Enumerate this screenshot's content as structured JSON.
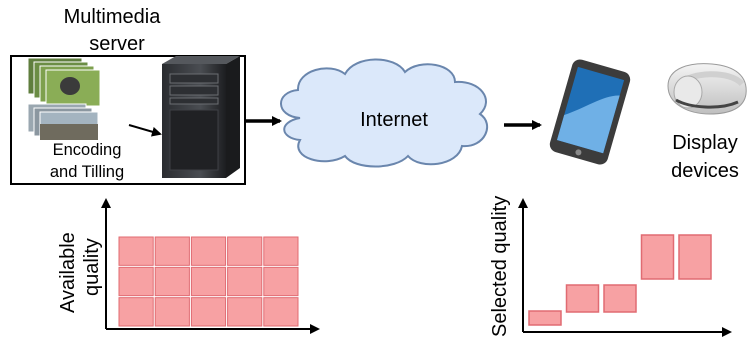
{
  "server": {
    "title_line1": "Multimedia",
    "title_line2": "server",
    "process_line1": "Encoding",
    "process_line2": "and Tilling"
  },
  "network": {
    "label": "Internet"
  },
  "devices": {
    "label_line1": "Display",
    "label_line2": "devices"
  },
  "left_chart": {
    "ylabel_line1": "Available",
    "ylabel_line2": "quality",
    "rows": 3,
    "cols": 5
  },
  "right_chart": {
    "ylabel": "Selected quality",
    "levels": [
      1,
      2,
      2,
      3,
      3
    ]
  },
  "colors": {
    "tile_fill": "#f7a1a3",
    "tile_stroke": "#e06b72",
    "cloud_fill": "#dbe8fa",
    "cloud_stroke": "#6a86ad",
    "tablet_screen": "#1f6fb6"
  }
}
